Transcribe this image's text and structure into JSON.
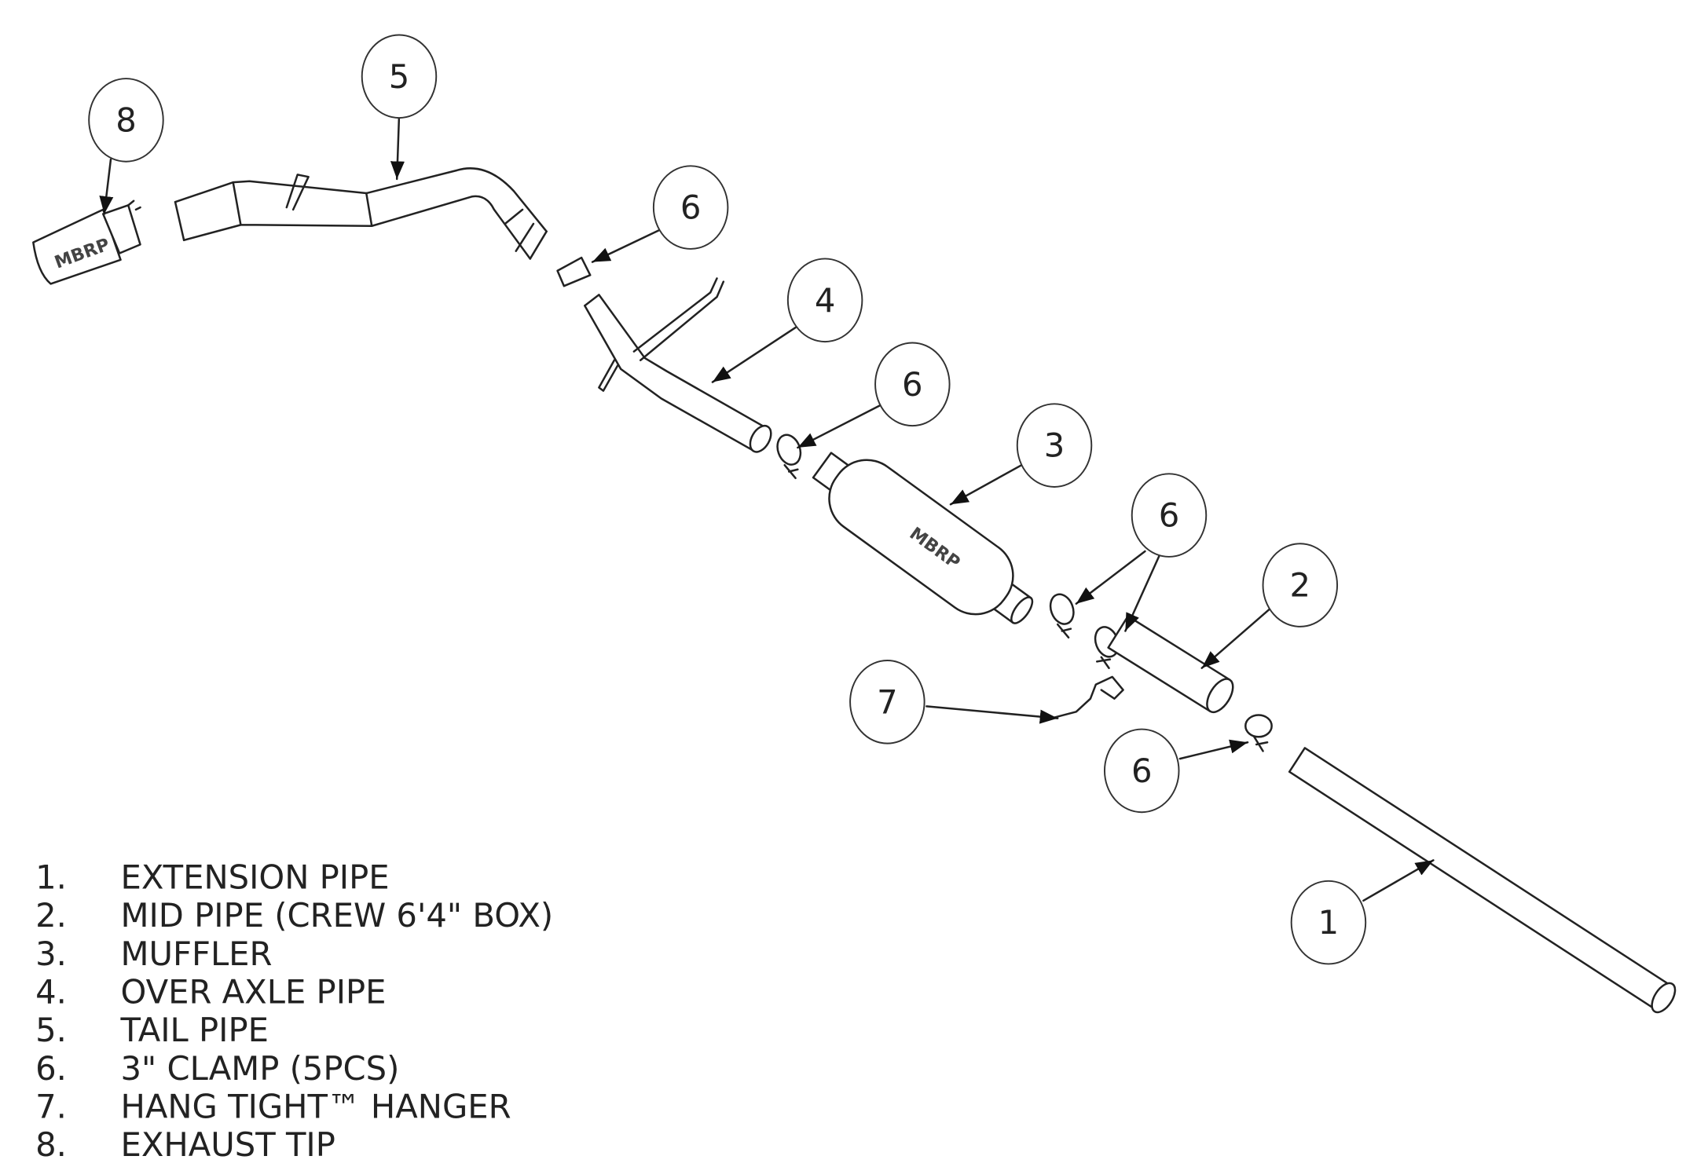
{
  "balloons": {
    "b8": "8",
    "b5": "5",
    "b6a": "6",
    "b4": "4",
    "b6b": "6",
    "b3": "3",
    "b6c": "6",
    "b2": "2",
    "b7": "7",
    "b6d": "6",
    "b1": "1"
  },
  "brand_marking": "MBRP",
  "legend": [
    {
      "num": "1.",
      "label": "EXTENSION PIPE"
    },
    {
      "num": "2.",
      "label": "MID PIPE (CREW 6'4\" BOX)"
    },
    {
      "num": "3.",
      "label": "MUFFLER"
    },
    {
      "num": "4.",
      "label": "OVER AXLE PIPE"
    },
    {
      "num": "5.",
      "label": "TAIL PIPE"
    },
    {
      "num": "6.",
      "label": "3\" CLAMP (5PCS)"
    },
    {
      "num": "7.",
      "label": "HANG TIGHT™ HANGER"
    },
    {
      "num": "8.",
      "label": "EXHAUST TIP"
    }
  ]
}
